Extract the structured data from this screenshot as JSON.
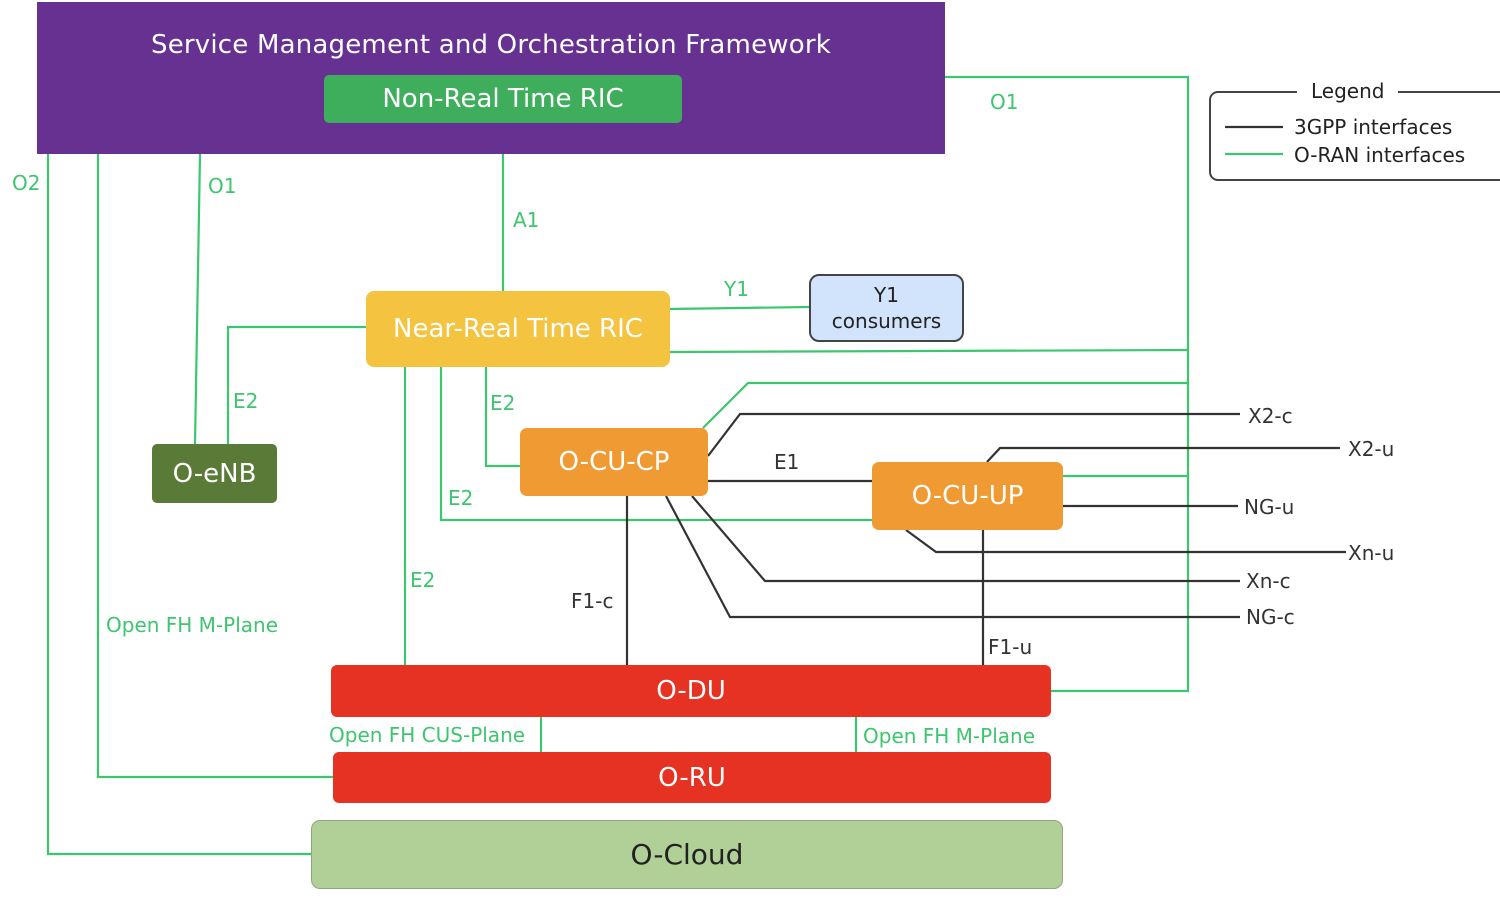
{
  "nodes": {
    "smo": "Service Management and Orchestration Framework",
    "non_rt_ric": "Non-Real Time RIC",
    "near_rt_ric": "Near-Real Time RIC",
    "y1_consumers_line1": "Y1",
    "y1_consumers_line2": "consumers",
    "o_enb": "O-eNB",
    "o_cu_cp": "O-CU-CP",
    "o_cu_up": "O-CU-UP",
    "o_du": "O-DU",
    "o_ru": "O-RU",
    "o_cloud": "O-Cloud"
  },
  "interfaces": {
    "o1_right": "O1",
    "o1_left": "O1",
    "o2": "O2",
    "a1": "A1",
    "y1": "Y1",
    "e2_oenb": "E2",
    "e2_cucp": "E2",
    "e2_cuup": "E2",
    "e2_du": "E2",
    "e1": "E1",
    "f1c": "F1-c",
    "f1u": "F1-u",
    "open_fh_m_plane_left": "Open FH M-Plane",
    "open_fh_cus_plane": "Open FH CUS-Plane",
    "open_fh_m_plane_right": "Open FH M-Plane",
    "x2c": "X2-c",
    "x2u": "X2-u",
    "ngu": "NG-u",
    "xnu": "Xn-u",
    "xnc": "Xn-c",
    "ngc": "NG-c"
  },
  "legend": {
    "title": "Legend",
    "gpp": "3GPP interfaces",
    "oran": "O-RAN interfaces"
  },
  "colors": {
    "oran_line": "#3ec56f",
    "gpp_line": "#333333",
    "smo": "#673192",
    "non_rt_ric": "#3fae5c",
    "near_rt_ric": "#f4c33f",
    "o_cu": "#f09a33",
    "o_du_ru": "#e63222",
    "o_cloud": "#b0d097",
    "o_enb": "#5a7a38",
    "y1_consumers": "#d2e3fc"
  }
}
